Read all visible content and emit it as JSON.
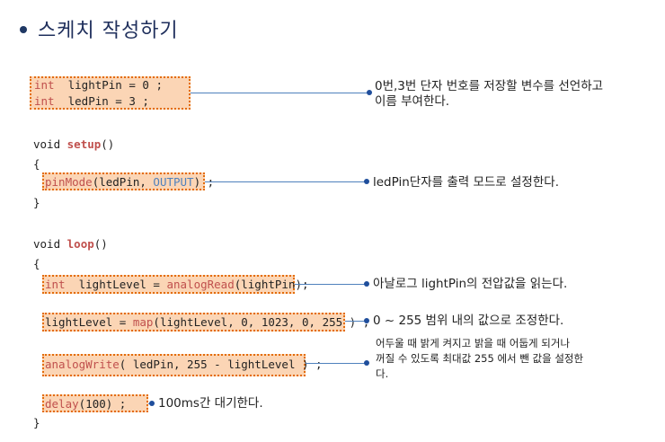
{
  "title": "스케치 작성하기",
  "code": {
    "decl1_type": "int",
    "decl1_rest": "  lightPin = 0 ;",
    "decl2_type": "int",
    "decl2_rest": "  ledPin = 3 ;",
    "setup_void": "void ",
    "setup_name": "setup",
    "setup_parens": "()",
    "brace_open": "{",
    "brace_close": "}",
    "pinmode_fn": "pinMode",
    "pinmode_args_a": "(ledPin, ",
    "pinmode_const": "OUTPUT",
    "pinmode_args_b": ") ;",
    "loop_void": "void ",
    "loop_name": "loop",
    "loop_parens": "()",
    "read_type": "int",
    "read_mid": "  lightLevel = ",
    "read_fn": "analogRead",
    "read_args": "(lightPin);",
    "map_pre": "lightLevel = ",
    "map_fn": "map",
    "map_args": "(lightLevel, 0, 1023, 0, 255 ) ;",
    "write_fn": "analogWrite",
    "write_args": "( ledPin, 255 - lightLevel ) ;",
    "delay_fn": "delay",
    "delay_args": "(100) ;"
  },
  "notes": {
    "decl": "0번,3번 단자 번호를 저장할 변수를 선언하고\n이름 부여한다.",
    "pinmode": "ledPin단자를 출력 모드로  설정한다.",
    "read": "아날로그 lightPin의 전압값을 읽는다.",
    "map": "0 ~ 255 범위 내의 값으로 조정한다.",
    "write": "어두울  때  밝게 켜지고  밝을 때  어둡게 되거나\n꺼질 수 있도록  최대값 255 에서 뺀 값을 설정한\n다.",
    "delay": "100ms간 대기한다."
  }
}
